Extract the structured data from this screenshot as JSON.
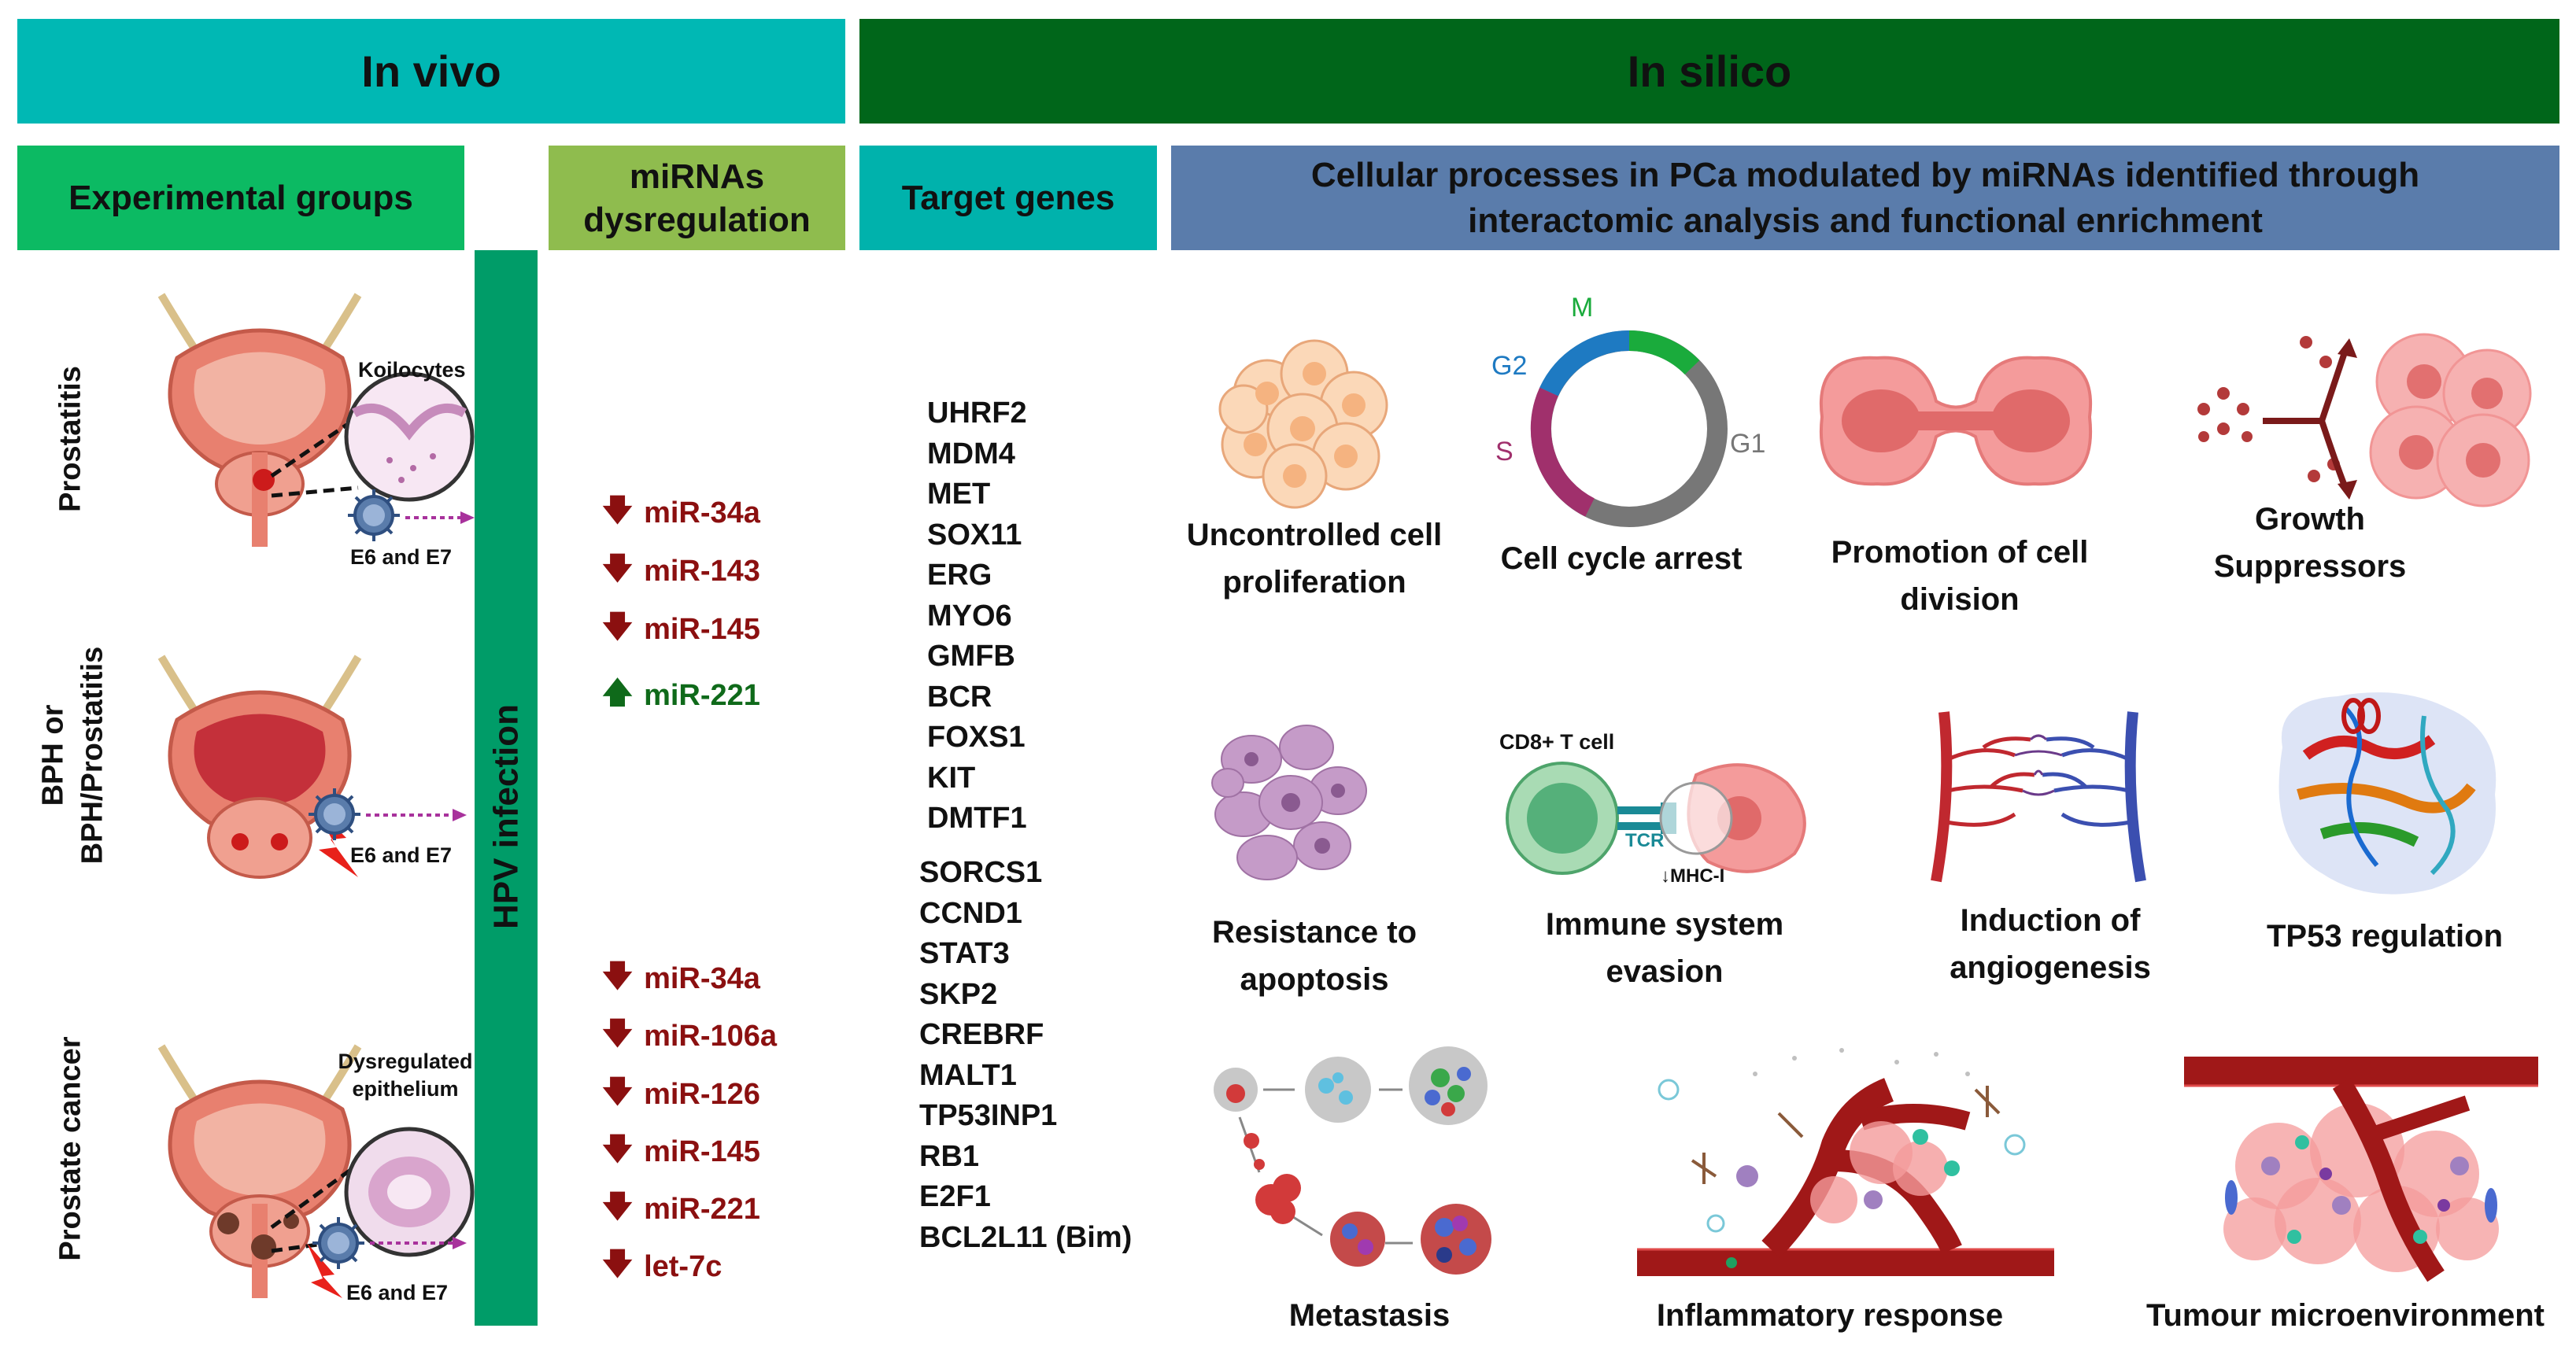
{
  "headers": {
    "in_vivo": "In vivo",
    "in_silico": "In silico",
    "experimental_groups": "Experimental groups",
    "mirna_dysregulation": "miRNAs dysregulation",
    "target_genes": "Target genes",
    "cellular_processes": "Cellular processes in PCa modulated by miRNAs identified through interactomic analysis and functional enrichment"
  },
  "groups": [
    {
      "label": "Prostatitis",
      "callout": "Koilocytes",
      "virus_label": "E6 and E7"
    },
    {
      "label_line1": "BPH or",
      "label_line2": "BPH/Prostatitis",
      "virus_label": "E6 and E7"
    },
    {
      "label": "Prostate cancer",
      "callout": "Dysregulated epithelium",
      "virus_label": "E6 and E7"
    }
  ],
  "hpv_bar": "HPV infection",
  "mirna_set1": [
    {
      "name": "miR-34a",
      "direction": "down"
    },
    {
      "name": "miR-143",
      "direction": "down"
    },
    {
      "name": "miR-145",
      "direction": "down"
    },
    {
      "name": "miR-221",
      "direction": "up"
    }
  ],
  "mirna_set2": [
    {
      "name": "miR-34a",
      "direction": "down"
    },
    {
      "name": "miR-106a",
      "direction": "down"
    },
    {
      "name": "miR-126",
      "direction": "down"
    },
    {
      "name": "miR-145",
      "direction": "down"
    },
    {
      "name": "miR-221",
      "direction": "down"
    },
    {
      "name": "let-7c",
      "direction": "down"
    }
  ],
  "target_genes_set1": [
    "UHRF2",
    "MDM4",
    "MET",
    "SOX11",
    "ERG",
    "MYO6",
    "GMFB",
    "BCR",
    "FOXS1",
    "KIT",
    "DMTF1"
  ],
  "target_genes_set2": [
    "SORCS1",
    "CCND1",
    "STAT3",
    "SKP2",
    "CREBRF",
    "MALT1",
    "TP53INP1",
    "RB1",
    "E2F1",
    "BCL2L11 (Bim)"
  ],
  "processes": {
    "uncontrolled": "Uncontrolled cell proliferation",
    "cell_cycle": "Cell cycle arrest",
    "division": "Promotion of cell division",
    "growth": "Growth Suppressors",
    "apoptosis": "Resistance to apoptosis",
    "immune": "Immune system evasion",
    "angiogenesis": "Induction of angiogenesis",
    "tp53": "TP53 regulation",
    "metastasis": "Metastasis",
    "inflammatory": "Inflammatory response",
    "tumour": "Tumour microenvironment"
  },
  "cycle_phases": {
    "m": "M",
    "g2": "G2",
    "s": "S",
    "g1": "G1"
  },
  "immune_labels": {
    "cd8": "CD8+ T cell",
    "tcr": "TCR",
    "mhc": "MHC-I"
  },
  "colors": {
    "in_vivo": "#00b8b4",
    "in_silico": "#00661a",
    "experimental": "#0cba63",
    "mirna_header": "#8fbc4e",
    "target_header": "#00b2ac",
    "process_header": "#5a7cab",
    "hpv_bar": "#009c68",
    "down": "#8b1010",
    "up": "#0f6a1a"
  }
}
